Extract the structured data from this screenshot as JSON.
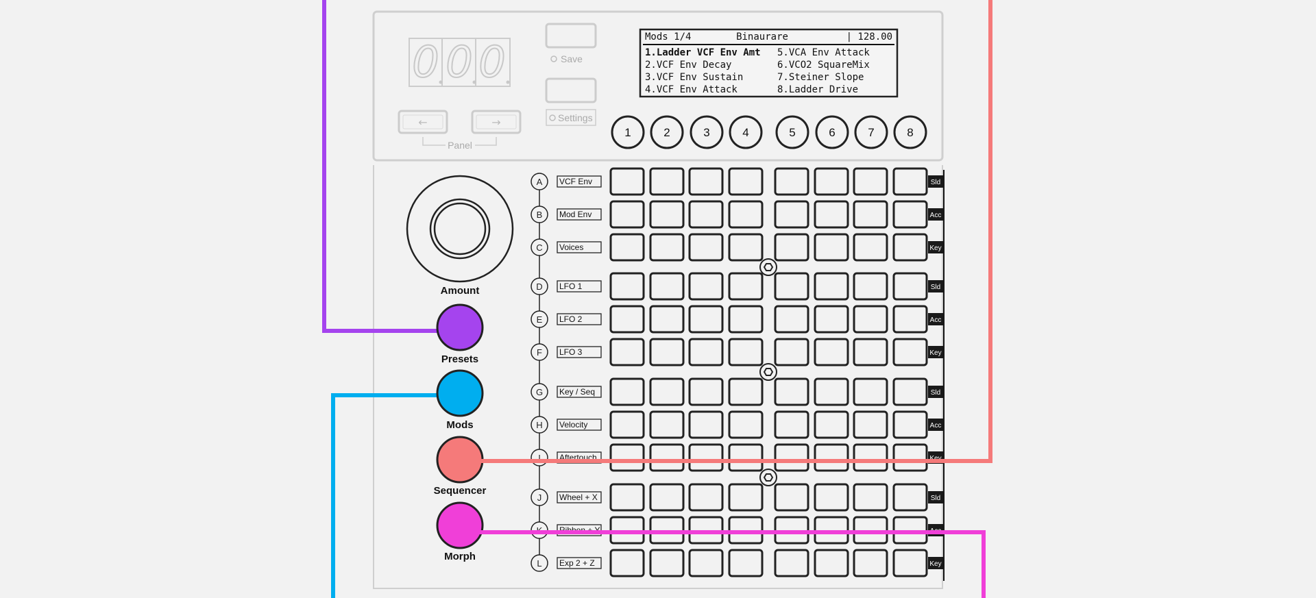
{
  "top_panel": {
    "save_label": "Save",
    "settings_label": "Settings",
    "panel_label": "Panel",
    "left_arrow": "←",
    "right_arrow": "→"
  },
  "lcd": {
    "page": "Mods 1/4",
    "preset_name": "Binaurare",
    "tempo": "| 128.00",
    "items": [
      "1.Ladder VCF Env Amt",
      "2.VCF Env Decay",
      "3.VCF Env Sustain",
      "4.VCF Env Attack",
      "5.VCA Env Attack",
      "6.VCO2 SquareMix",
      "7.Steiner Slope",
      "8.Ladder Drive"
    ]
  },
  "encoders": [
    "1",
    "2",
    "3",
    "4",
    "5",
    "6",
    "7",
    "8"
  ],
  "amount_label": "Amount",
  "mode_buttons": [
    {
      "label": "Presets",
      "color": "#a544ee"
    },
    {
      "label": "Mods",
      "color": "#00aeef"
    },
    {
      "label": "Sequencer",
      "color": "#f57a7a"
    },
    {
      "label": "Morph",
      "color": "#f03fd8"
    }
  ],
  "rows": [
    {
      "letter": "A",
      "source": "VCF Env",
      "tag": "Sld"
    },
    {
      "letter": "B",
      "source": "Mod Env",
      "tag": "Acc"
    },
    {
      "letter": "C",
      "source": "Voices",
      "tag": "Key"
    },
    {
      "letter": "D",
      "source": "LFO 1",
      "tag": "Sld"
    },
    {
      "letter": "E",
      "source": "LFO 2",
      "tag": "Acc"
    },
    {
      "letter": "F",
      "source": "LFO 3",
      "tag": "Key"
    },
    {
      "letter": "G",
      "source": "Key / Seq",
      "tag": "Sld"
    },
    {
      "letter": "H",
      "source": "Velocity",
      "tag": "Acc"
    },
    {
      "letter": "I",
      "source": "Aftertouch",
      "tag": "Key"
    },
    {
      "letter": "J",
      "source": "Wheel + X",
      "tag": "Sld"
    },
    {
      "letter": "K",
      "source": "Ribbon + Y",
      "tag": "Acc"
    },
    {
      "letter": "L",
      "source": "Exp 2 + Z",
      "tag": "Key"
    }
  ],
  "colors": {
    "purple": "#a544ee",
    "blue": "#00aeef",
    "salmon": "#f57a7a",
    "magenta": "#f03fd8"
  }
}
